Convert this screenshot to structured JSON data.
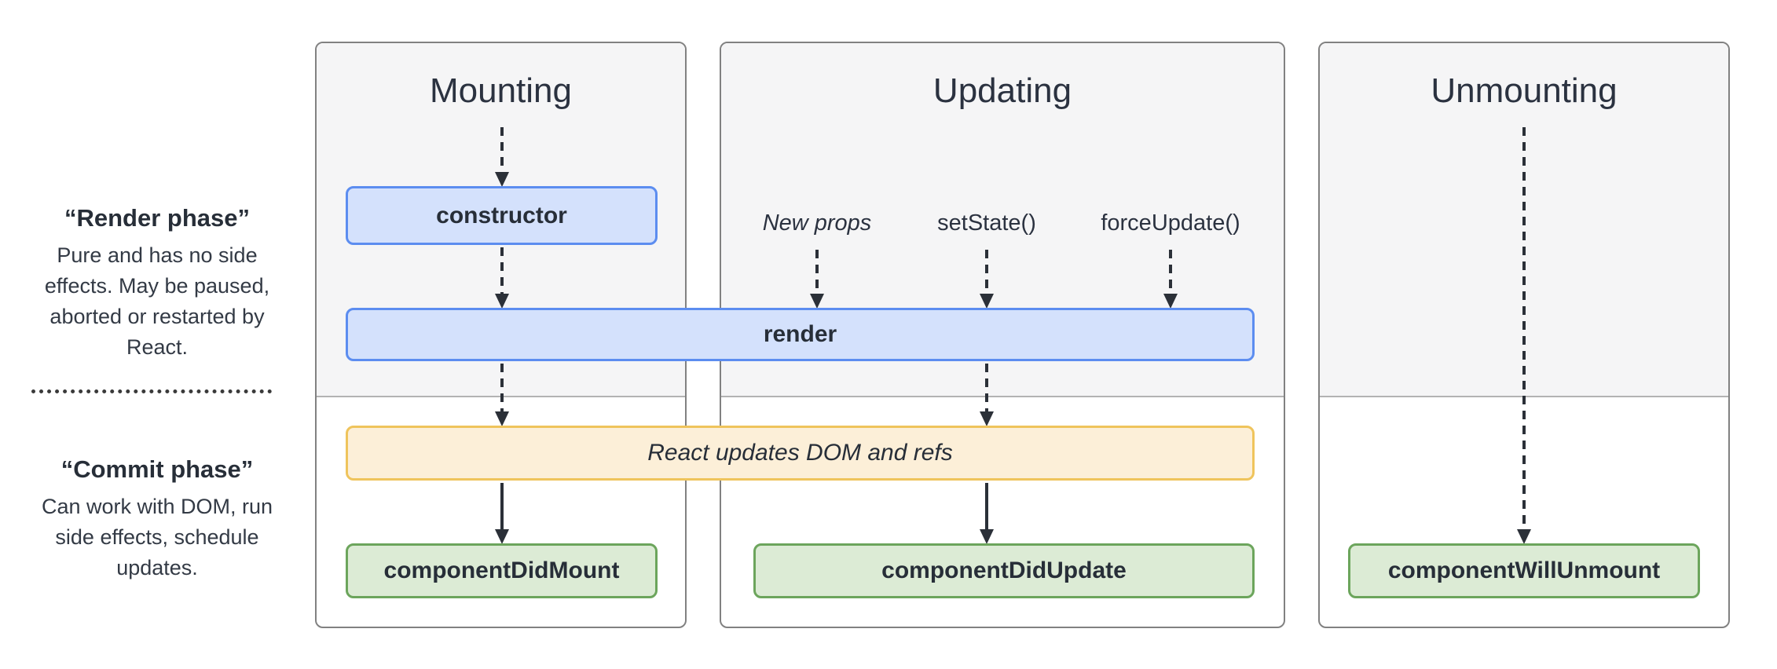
{
  "annotations": {
    "render_phase": {
      "title": "“Render phase”",
      "description": "Pure and has no side effects. May be paused, aborted or restarted by React."
    },
    "commit_phase": {
      "title": "“Commit phase”",
      "description": "Can work with DOM, run side effects, schedule updates."
    }
  },
  "columns": [
    {
      "title": "Mounting"
    },
    {
      "title": "Updating",
      "triggers": [
        "New props",
        "setState()",
        "forceUpdate()"
      ]
    },
    {
      "title": "Unmounting"
    }
  ],
  "nodes": {
    "constructor": "constructor",
    "render": "render",
    "react_updates": "React updates DOM and refs",
    "component_did_mount": "componentDidMount",
    "component_did_update": "componentDidUpdate",
    "component_will_unmount": "componentWillUnmount"
  },
  "colors": {
    "render_node_fill": "#d4e1fc",
    "render_node_border": "#5c8df0",
    "commit_effect_fill": "#fcefd8",
    "commit_effect_border": "#efc45c",
    "commit_node_fill": "#dcebd5",
    "commit_node_border": "#6ca55c",
    "column_render_bg": "#f5f5f6",
    "column_commit_bg": "#ffffff",
    "text": "#2b3240",
    "arrow": "#2b3038"
  }
}
